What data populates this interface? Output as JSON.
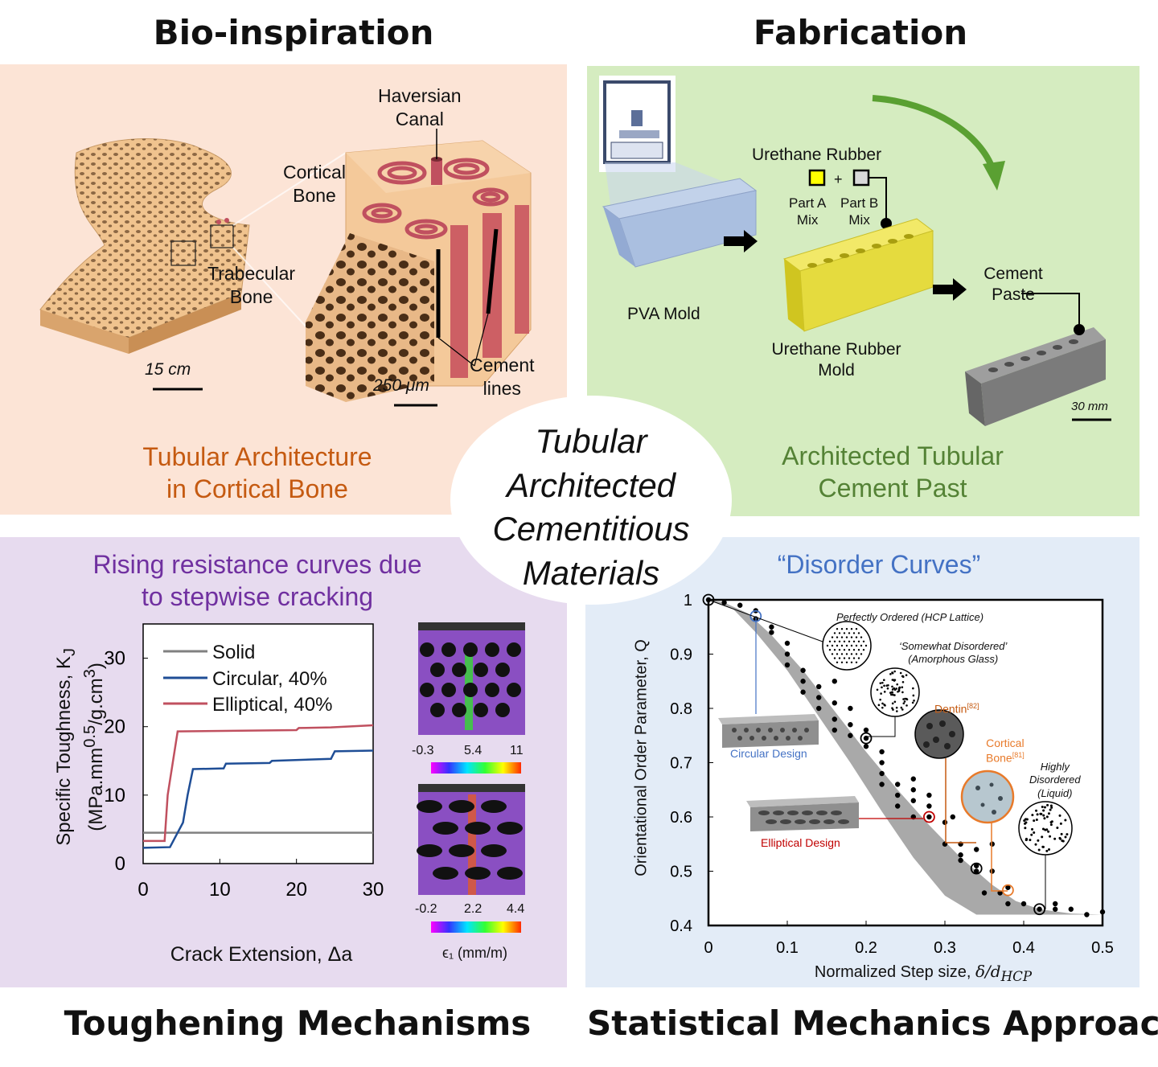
{
  "headings": {
    "bio": "Bio-inspiration",
    "fab": "Fabrication",
    "tough": "Toughening Mechanisms",
    "stat": "Statistical Mechanics Approach"
  },
  "center": [
    "Tubular",
    "Architected",
    "Cementitious",
    "Materials"
  ],
  "bio": {
    "haversian": [
      "Haversian",
      "Canal"
    ],
    "cortical": [
      "Cortical",
      "Bone"
    ],
    "trabecular": [
      "Trabecular",
      "Bone"
    ],
    "cement_lines": [
      "Cement",
      "lines"
    ],
    "scale_left": "15 cm",
    "scale_right": "250 μm",
    "caption": [
      "Tubular Architecture",
      "in Cortical Bone"
    ]
  },
  "fab": {
    "urethane_rubber": "Urethane Rubber",
    "part_a": [
      "Part A",
      "Mix"
    ],
    "part_b": [
      "Part B",
      "Mix"
    ],
    "plus": "+",
    "pva_mold": "PVA Mold",
    "urethane_mold": [
      "Urethane Rubber",
      "Mold"
    ],
    "cement_paste": [
      "Cement",
      "Paste"
    ],
    "scale": "30 mm",
    "caption": [
      "Architected Tubular",
      "Cement Past"
    ]
  },
  "tough": {
    "title": [
      "Rising resistance curves due",
      "to stepwise cracking"
    ],
    "dic_top_scale": [
      "-0.3",
      "5.4",
      "11"
    ],
    "dic_bottom_scale": [
      "-0.2",
      "2.2",
      "4.4"
    ],
    "dic_unit": "ϵ₁ (mm/m)"
  },
  "stat": {
    "title": "“Disorder Curves”",
    "annotations": {
      "perfect": "Perfectly Ordered (HCP Lattice)",
      "somewhat": [
        "‘Somewhat Disordered’",
        "(Amorphous Glass)"
      ],
      "dentin": "Dentin",
      "dentin_ref": "[82]",
      "cortical": [
        "Cortical",
        "Bone"
      ],
      "cortical_ref": "[81]",
      "highly": [
        "Highly",
        "Disordered",
        "(Liquid)"
      ],
      "circular_design": "Circular Design",
      "elliptical_design": "Elliptical Design"
    }
  },
  "colors": {
    "bio_bg": "#fce4d6",
    "fab_bg": "#d5ecc0",
    "tough_bg": "#e7dbef",
    "stat_bg": "#e3ecf7",
    "bio_caption": "#c55a11",
    "fab_caption": "#548235",
    "tough_title": "#7030a0",
    "stat_title": "#4472c4",
    "solid": "#808080",
    "circular": "#1f4e96",
    "elliptical": "#c0505f"
  },
  "chart_data": [
    {
      "type": "line",
      "xlabel": "Crack Extension, Δa",
      "ylabel": [
        "Specific Toughness, K_J",
        "(MPa.mm^0.5/g.cm^3)"
      ],
      "xlim": [
        0,
        30
      ],
      "ylim": [
        0,
        35
      ],
      "xticks": [
        "0",
        "10",
        "20",
        "30"
      ],
      "yticks": [
        "0",
        "10",
        "20",
        "30"
      ],
      "legend_position": "top-left",
      "series": [
        {
          "name": "Solid",
          "color": "#808080",
          "x": [
            0,
            30
          ],
          "y": [
            4.5,
            4.5
          ]
        },
        {
          "name": "Circular, 40%",
          "color": "#1f4e96",
          "x": [
            0,
            3.5,
            5.2,
            5.8,
            6.5,
            10.5,
            10.8,
            16.5,
            16.8,
            24.5,
            25,
            30
          ],
          "y": [
            2.3,
            2.4,
            6,
            10,
            13.8,
            13.9,
            14.6,
            14.7,
            15,
            15.3,
            16.4,
            16.5
          ]
        },
        {
          "name": "Elliptical, 40%",
          "color": "#c0505f",
          "x": [
            0,
            2.8,
            3.2,
            4.5,
            20,
            20.3,
            24.5,
            30
          ],
          "y": [
            3.3,
            3.3,
            10,
            19.3,
            19.5,
            19.8,
            19.9,
            20.2
          ]
        }
      ]
    },
    {
      "type": "scatter",
      "xlabel": "Normalized Step size, δ/d_HCP",
      "ylabel": "Orientational Order Parameter, Q",
      "xlim": [
        0,
        0.5
      ],
      "ylim": [
        0.4,
        1
      ],
      "xticks": [
        "0",
        "0.1",
        "0.2",
        "0.3",
        "0.4",
        "0.5"
      ],
      "yticks": [
        "0.4",
        "0.5",
        "0.6",
        "0.7",
        "0.8",
        "0.9",
        "1"
      ],
      "band_upper": {
        "x": [
          0,
          0.02,
          0.05,
          0.08,
          0.12,
          0.16,
          0.2,
          0.24,
          0.28,
          0.32,
          0.36,
          0.39,
          0.42,
          0.46,
          0.5
        ],
        "y": [
          1.0,
          0.995,
          0.975,
          0.935,
          0.87,
          0.795,
          0.72,
          0.65,
          0.585,
          0.525,
          0.475,
          0.445,
          0.43,
          0.422,
          0.42
        ]
      },
      "band_lower": {
        "x": [
          0,
          0.03,
          0.06,
          0.1,
          0.14,
          0.18,
          0.22,
          0.26,
          0.3,
          0.34,
          0.38,
          0.42,
          0.46,
          0.5
        ],
        "y": [
          1.0,
          0.985,
          0.94,
          0.87,
          0.785,
          0.7,
          0.61,
          0.525,
          0.455,
          0.42,
          0.42,
          0.42,
          0.42,
          0.42
        ]
      },
      "points": {
        "x": [
          0.0,
          0.02,
          0.04,
          0.06,
          0.06,
          0.08,
          0.08,
          0.1,
          0.1,
          0.1,
          0.12,
          0.12,
          0.12,
          0.14,
          0.14,
          0.14,
          0.16,
          0.16,
          0.16,
          0.16,
          0.18,
          0.18,
          0.18,
          0.2,
          0.2,
          0.2,
          0.22,
          0.22,
          0.22,
          0.22,
          0.24,
          0.24,
          0.24,
          0.26,
          0.26,
          0.26,
          0.26,
          0.28,
          0.28,
          0.28,
          0.3,
          0.3,
          0.31,
          0.32,
          0.32,
          0.32,
          0.34,
          0.34,
          0.34,
          0.35,
          0.36,
          0.36,
          0.37,
          0.38,
          0.38,
          0.4,
          0.42,
          0.44,
          0.44,
          0.46,
          0.48,
          0.5
        ],
        "y": [
          1.0,
          0.995,
          0.99,
          0.98,
          0.965,
          0.95,
          0.94,
          0.9,
          0.92,
          0.88,
          0.87,
          0.85,
          0.83,
          0.84,
          0.82,
          0.8,
          0.85,
          0.81,
          0.78,
          0.76,
          0.8,
          0.77,
          0.75,
          0.745,
          0.73,
          0.76,
          0.72,
          0.7,
          0.68,
          0.66,
          0.66,
          0.64,
          0.62,
          0.67,
          0.65,
          0.63,
          0.6,
          0.62,
          0.64,
          0.6,
          0.59,
          0.55,
          0.6,
          0.55,
          0.53,
          0.52,
          0.54,
          0.51,
          0.5,
          0.46,
          0.55,
          0.5,
          0.46,
          0.47,
          0.44,
          0.44,
          0.43,
          0.44,
          0.43,
          0.43,
          0.42,
          0.425
        ]
      },
      "highlighted": [
        {
          "label": "Perfectly Ordered",
          "x": 0.0,
          "y": 1.0
        },
        {
          "label": "Circular Design",
          "x": 0.06,
          "y": 0.97
        },
        {
          "label": "Somewhat Disordered",
          "x": 0.2,
          "y": 0.745
        },
        {
          "label": "Elliptical Design",
          "x": 0.28,
          "y": 0.6
        },
        {
          "label": "Dentin",
          "x": 0.34,
          "y": 0.505
        },
        {
          "label": "Cortical Bone",
          "x": 0.38,
          "y": 0.465
        },
        {
          "label": "Highly Disordered",
          "x": 0.42,
          "y": 0.43
        }
      ]
    }
  ]
}
